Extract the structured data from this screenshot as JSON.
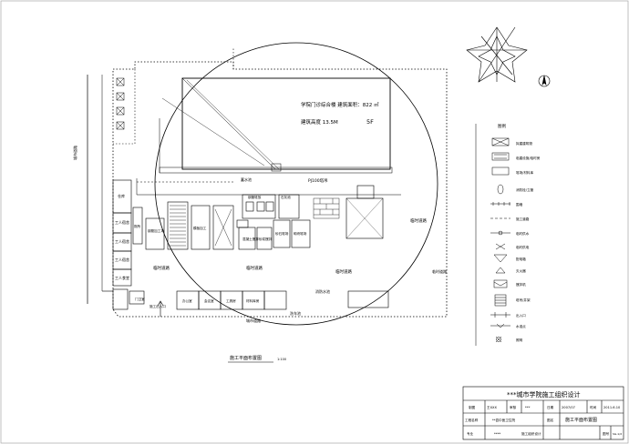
{
  "main_building": {
    "line1": "学院门诊综合楼 建筑面积：822 ㎡",
    "line2": "建筑高度 13.5M",
    "floors": "5F",
    "crane": "PJ100塔吊"
  },
  "site_labels": {
    "storage": "仓库",
    "worker_dorm_1": "工人宿舍",
    "worker_dorm_2": "工人宿舍",
    "worker_dorm_3": "工人宿舍",
    "canteen": "工人食堂",
    "toilet": "厕所",
    "rebar_yard": "钢筋加工场",
    "formwork_yard": "模板加工",
    "scaffold_yard": "钢管堆放",
    "concrete": "混凝土搅拌",
    "mortar": "砂浆搅拌",
    "sand": "砂石堆场",
    "brick": "砌块堆场",
    "lime": "石灰池",
    "office_1": "办公室",
    "office_2": "会议室",
    "office_3": "工具房",
    "office_4": "材料库房",
    "gate_guard": "门卫室",
    "road_1": "临时道路",
    "road_2": "临时道路",
    "road_3": "临时道路",
    "road_4": "临时道路",
    "road_5": "临时道路",
    "fire": "消防水池",
    "water_tank": "蓄水池",
    "entrance": "施工出入口",
    "street": "城市道路",
    "street_west": "城市道路",
    "wash": "洗车池"
  },
  "drawing_title": "施工平面布置图",
  "drawing_scale": "1:100",
  "legend": {
    "title": "图例",
    "items": [
      "拟建建筑物",
      "临建设施/临时房",
      "堆场/材料库",
      "消防栓/立管",
      "围墙",
      "施工道路",
      "临时供水",
      "临时供电",
      "配电箱",
      "灭火器",
      "搅拌机",
      "塔吊/井架",
      "出入口",
      "水准点",
      "照明"
    ]
  },
  "title_block": {
    "school": "***城市学院施工组织设计",
    "drawn_label": "制图",
    "drawn_value": "王XXX",
    "check_label": "审核",
    "check_value": "***",
    "date_label": "日期",
    "date_value": "2007/07",
    "time_label": "时间",
    "time_value": "2011.6.10",
    "project_label": "工程名称",
    "project_value": "**县中医卫生院",
    "drawing_label": "图名",
    "drawing_value": "施工平面布置图",
    "major_label": "专业",
    "major_value": "****",
    "course_label": "施工组织设计",
    "sheet_label": "图号",
    "sheet_value": "SG-1/2"
  }
}
